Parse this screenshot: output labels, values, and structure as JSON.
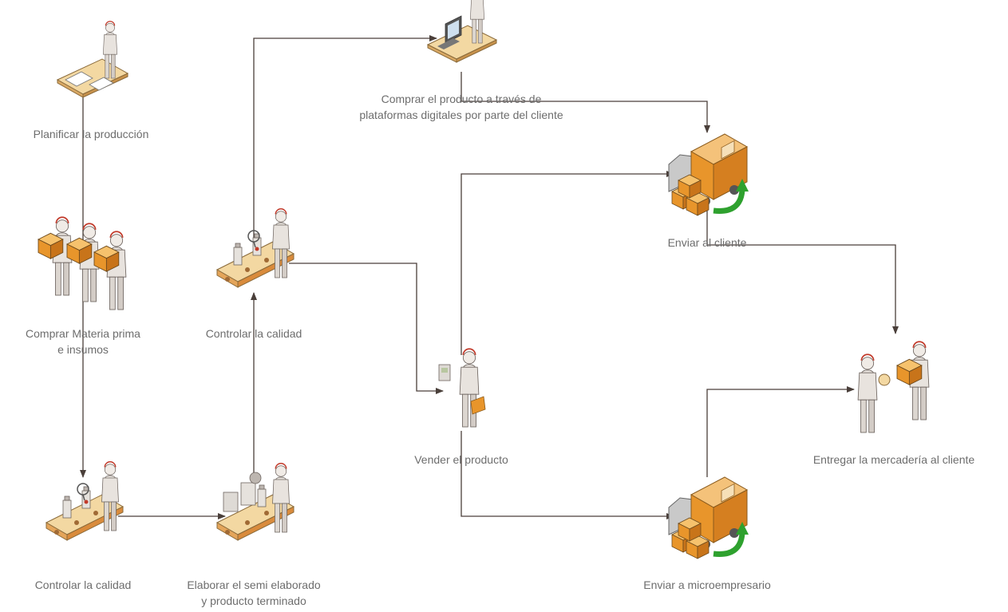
{
  "nodes": {
    "plan": {
      "label": "Planificar la producción",
      "icon": "desk-planning-icon"
    },
    "buy_raw": {
      "lines": [
        "Comprar Materia prima",
        "e insumos"
      ],
      "icon": "workers-with-boxes-icon"
    },
    "qc_bottom": {
      "label": "Controlar la calidad",
      "icon": "quality-control-conveyor-icon"
    },
    "produce": {
      "lines": [
        "Elaborar el semi elaborado",
        "y producto terminado"
      ],
      "icon": "production-conveyor-icon"
    },
    "qc_top": {
      "label": "Controlar la calidad",
      "icon": "quality-control-conveyor-icon"
    },
    "buy_online": {
      "lines": [
        "Comprar el producto a través de",
        "plataformas digitales por parte del cliente"
      ],
      "icon": "computer-desk-icon"
    },
    "sell": {
      "label": "Vender el producto",
      "icon": "salesman-icon"
    },
    "ship_client": {
      "label": "Enviar al cliente",
      "icon": "delivery-truck-icon"
    },
    "ship_micro": {
      "label": "Enviar a microempresario",
      "icon": "delivery-truck-icon"
    },
    "deliver": {
      "label": "Entregar la mercadería al cliente",
      "icon": "handover-icon"
    }
  },
  "colors": {
    "connector": "#4a3f3a",
    "label": "#6d6d6d",
    "person": "#e8e3de",
    "person_outline": "#6e6560",
    "head_band": "#c23a2a",
    "wood": "#f3d8a2",
    "box_orange": "#e8952b",
    "arrow_green": "#2ea12e"
  }
}
